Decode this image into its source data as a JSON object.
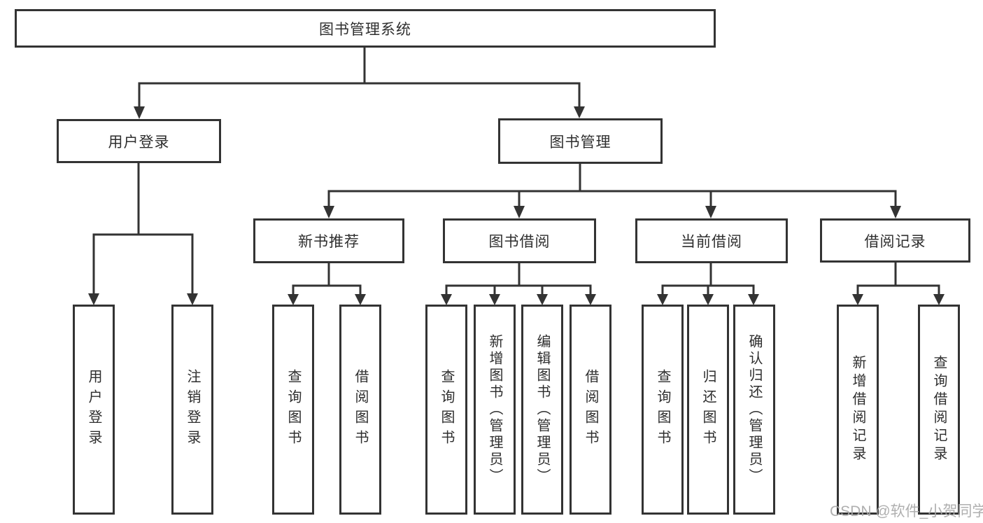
{
  "diagram": {
    "title": "图书管理系统",
    "level2": [
      {
        "label": "用户登录"
      },
      {
        "label": "图书管理"
      }
    ],
    "level3": [
      {
        "label": "新书推荐"
      },
      {
        "label": "图书借阅"
      },
      {
        "label": "当前借阅"
      },
      {
        "label": "借阅记录"
      }
    ],
    "leaves": {
      "user_login": [
        "用户登录",
        "注销登录"
      ],
      "new_book": [
        "查询图书",
        "借阅图书"
      ],
      "book_borrow": [
        "查询图书",
        "新增图书（管理员）",
        "编辑图书（管理员）",
        "借阅图书"
      ],
      "current_borrow": [
        "查询图书",
        "归还图书",
        "确认归还（管理员）"
      ],
      "borrow_record": [
        "新增借阅记录",
        "查询借阅记录"
      ]
    },
    "colors": {
      "line": "#333333",
      "text": "#2e2e2e",
      "box_background": "#ffffff",
      "watermark": "#a8a8a8"
    },
    "watermark": "CSDN @软件_小贺同学"
  }
}
